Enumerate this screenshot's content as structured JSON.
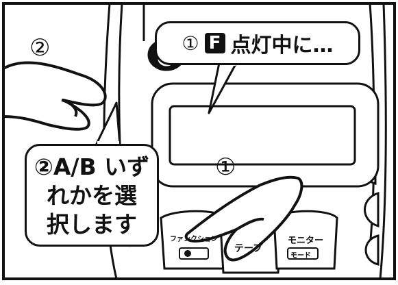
{
  "callout_top": {
    "step": "①",
    "key": "F",
    "text": "点灯中に…"
  },
  "callout_left": {
    "line1": "②A/B いず",
    "line2": "れかを選",
    "line3": "択します"
  },
  "markers": {
    "left": "②",
    "center": "①"
  },
  "device_keys": {
    "function": {
      "label": "ファンクション"
    },
    "tape": {
      "label": "テープ"
    },
    "monitor": {
      "label": "モニター",
      "sub_label": "モード"
    }
  }
}
